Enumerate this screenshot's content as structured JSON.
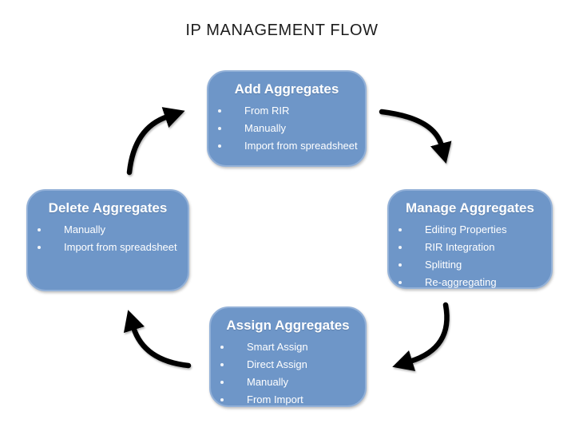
{
  "title": "IP MANAGEMENT FLOW",
  "colors": {
    "box_fill": "#6e96c8",
    "box_border": "#93b1d8",
    "box_text": "#ffffff",
    "arrow": "#000000",
    "title_text": "#1c1c1c",
    "background": "#ffffff"
  },
  "boxes": [
    {
      "title": "Add Aggregates",
      "items": [
        "From RIR",
        "Manually",
        "Import from spreadsheet"
      ]
    },
    {
      "title": "Manage Aggregates",
      "items": [
        "Editing Properties",
        "RIR Integration",
        "Splitting",
        "Re-aggregating"
      ]
    },
    {
      "title": "Assign Aggregates",
      "items": [
        "Smart Assign",
        "Direct Assign",
        "Manually",
        "From Import"
      ]
    },
    {
      "title": "Delete Aggregates",
      "items": [
        "Manually",
        "Import from spreadsheet"
      ]
    }
  ],
  "arrows": [
    {
      "from": "Add Aggregates",
      "to": "Manage Aggregates"
    },
    {
      "from": "Manage Aggregates",
      "to": "Assign Aggregates"
    },
    {
      "from": "Assign Aggregates",
      "to": "Delete Aggregates"
    },
    {
      "from": "Delete Aggregates",
      "to": "Add Aggregates"
    }
  ]
}
